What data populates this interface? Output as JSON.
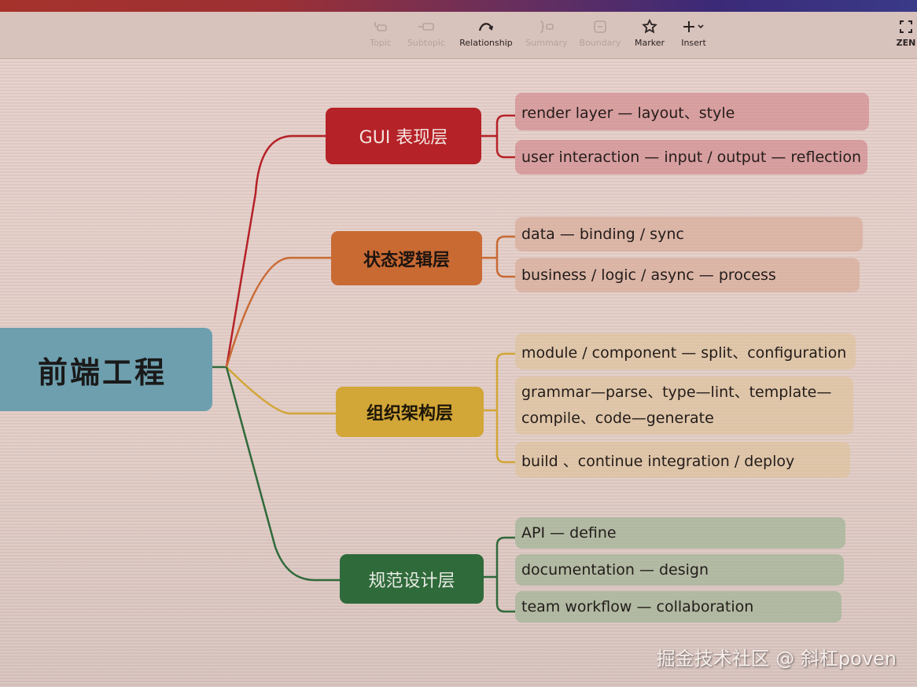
{
  "toolbar": {
    "items": [
      {
        "label": "Topic",
        "icon": "topic-icon",
        "enabled": false
      },
      {
        "label": "Subtopic",
        "icon": "subtopic-icon",
        "enabled": false
      },
      {
        "label": "Relationship",
        "icon": "relationship-icon",
        "enabled": true
      },
      {
        "label": "Summary",
        "icon": "summary-icon",
        "enabled": false
      },
      {
        "label": "Boundary",
        "icon": "boundary-icon",
        "enabled": false
      },
      {
        "label": "Marker",
        "icon": "star-icon",
        "enabled": true
      },
      {
        "label": "Insert",
        "icon": "plus-icon",
        "enabled": true
      }
    ],
    "zen_label": "ZEN"
  },
  "mindmap": {
    "root": "前端工程",
    "branches": [
      {
        "title": "GUI 表现层",
        "color": "#b52227",
        "children": [
          "render layer — layout、style",
          "user interaction — input / output — reflection"
        ]
      },
      {
        "title": "状态逻辑层",
        "color": "#c96a33",
        "children": [
          "data — binding / sync",
          "business / logic / async — process"
        ]
      },
      {
        "title": "组织架构层",
        "color": "#d2a637",
        "children": [
          "module / component — split、configuration",
          "grammar—parse、type—lint、template—compile、code—generate",
          "build 、continue integration / deploy"
        ]
      },
      {
        "title": "规范设计层",
        "color": "#2f6a3a",
        "children": [
          "API — define",
          "documentation — design",
          "team workflow — collaboration"
        ]
      }
    ]
  },
  "watermark": "掘金技术社区 @ 斜杠poven"
}
